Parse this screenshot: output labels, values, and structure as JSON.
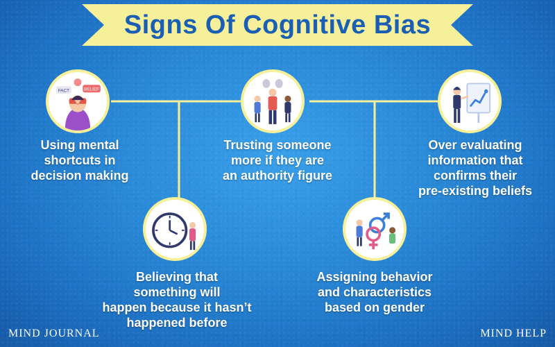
{
  "title": "Signs Of Cognitive Bias",
  "colors": {
    "banner": "#f7f09a",
    "title": "#1a5fb4",
    "connector": "#f7f09a",
    "text": "#ffffff"
  },
  "items": [
    {
      "icon": "fact-belief-confusion-icon",
      "lines": [
        "Using mental",
        "shortcuts in",
        "decision making"
      ]
    },
    {
      "icon": "clock-icon",
      "lines": [
        "Believing that",
        "something will",
        "happen because it hasn’t",
        "happened before"
      ]
    },
    {
      "icon": "authority-figure-icon",
      "lines": [
        "Trusting someone",
        "more if they are",
        "an authority figure"
      ]
    },
    {
      "icon": "gender-symbols-icon",
      "lines": [
        "Assigning behavior",
        "and characteristics",
        "based on gender"
      ]
    },
    {
      "icon": "evaluating-chart-icon",
      "lines": [
        "Over evaluating",
        "information that",
        "confirms their",
        "pre-existing beliefs"
      ]
    }
  ],
  "footer": {
    "left_brand": "MIND JOURNAL",
    "right_brand": "MIND HELP"
  }
}
